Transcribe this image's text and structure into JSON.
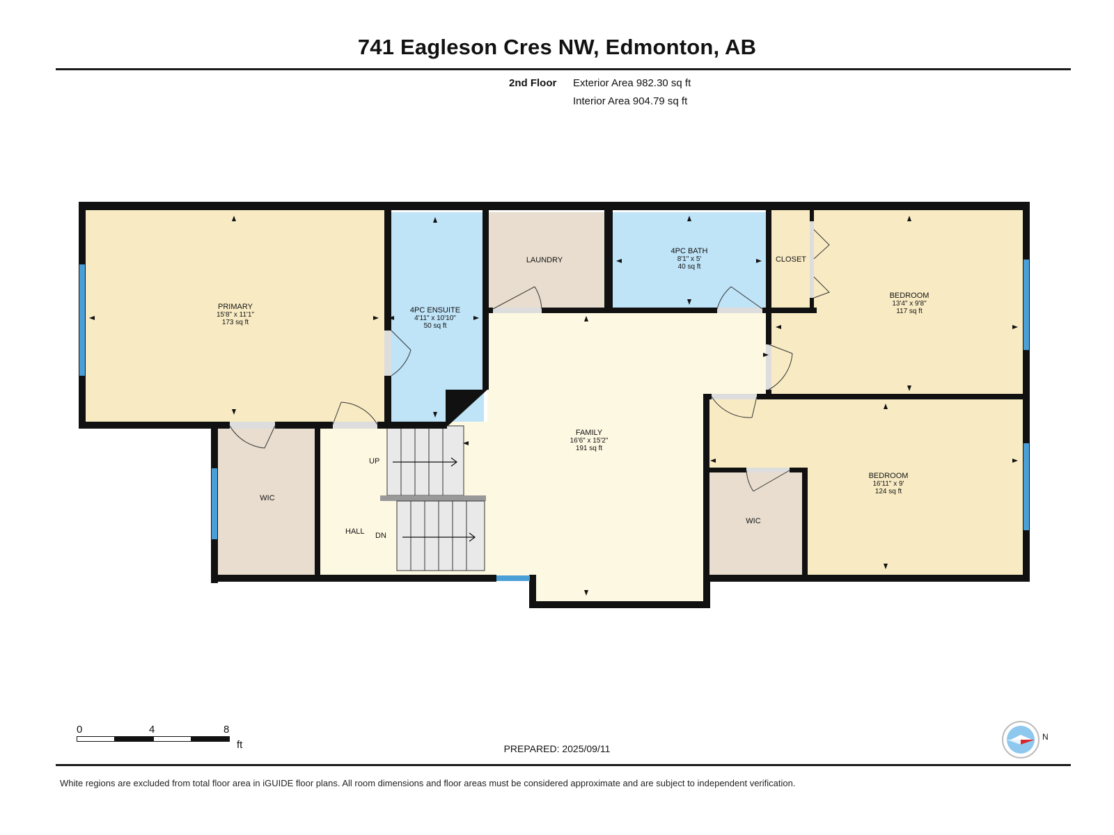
{
  "header": {
    "title": "741 Eagleson Cres NW, Edmonton, AB",
    "floor": "2nd Floor",
    "exterior_area": "Exterior Area 982.30 sq ft",
    "interior_area": "Interior Area 904.79 sq ft"
  },
  "rooms": {
    "primary": {
      "name": "PRIMARY",
      "dims": "15'8\" x 11'1\"",
      "area": "173 sq ft"
    },
    "ensuite": {
      "name": "4PC ENSUITE",
      "dims": "4'11\" x 10'10\"",
      "area": "50 sq ft"
    },
    "laundry": {
      "name": "LAUNDRY"
    },
    "bath": {
      "name": "4PC BATH",
      "dims": "8'1\" x 5'",
      "area": "40 sq ft"
    },
    "closet": {
      "name": "CLOSET"
    },
    "bedroom1": {
      "name": "BEDROOM",
      "dims": "13'4\" x 9'8\"",
      "area": "117 sq ft"
    },
    "family": {
      "name": "FAMILY",
      "dims": "16'6\" x 15'2\"",
      "area": "191 sq ft"
    },
    "bedroom2": {
      "name": "BEDROOM",
      "dims": "16'11\" x 9'",
      "area": "124 sq ft"
    },
    "wic_left": {
      "name": "WIC"
    },
    "wic_right": {
      "name": "WIC"
    },
    "hall": {
      "name": "HALL"
    }
  },
  "stairs": {
    "up": "UP",
    "down": "DN"
  },
  "colors": {
    "bedroom_fill": "#f8ebc4",
    "bath_fill": "#bfe3f7",
    "utility_fill": "#e8ddce",
    "hall_fill": "#fdf8e2",
    "wall": "#111111",
    "window": "#4a9fd6"
  },
  "scale": {
    "labels": [
      "0",
      "4",
      "8"
    ],
    "unit": "ft"
  },
  "footer": {
    "prepared": "PREPARED: 2025/09/11",
    "disclaimer": "White regions are excluded from total floor area in iGUIDE floor plans. All room dimensions and floor areas must be considered approximate and are subject to independent verification."
  },
  "compass": {
    "north_label": "N",
    "icon": "compass-icon"
  }
}
